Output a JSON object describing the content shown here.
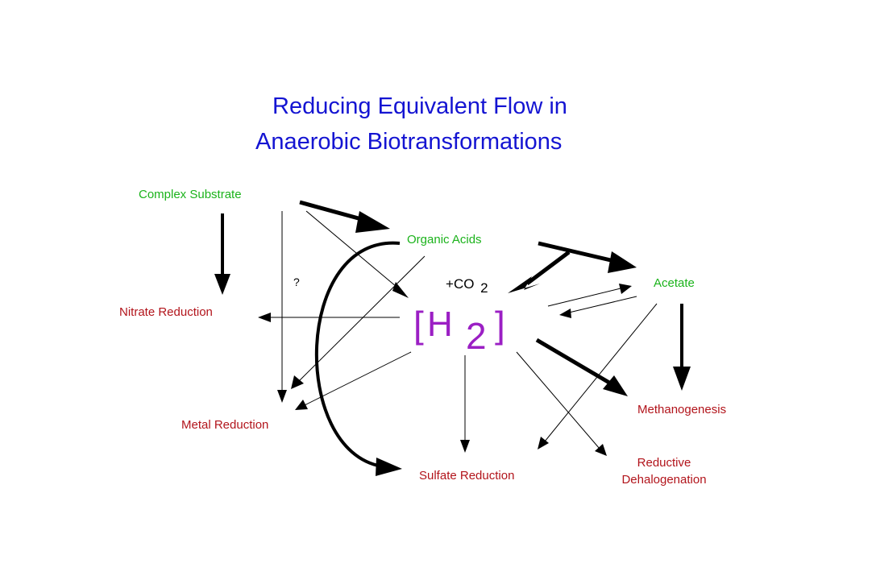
{
  "colors": {
    "title": "#1414d2",
    "substrate_label": "#1bb31b",
    "process_label": "#b2141b",
    "hydrogen": "#9b1fc4",
    "ink": "#000000"
  },
  "title": {
    "line1": "Reducing Equivalent Flow in",
    "line2": "Anaerobic Biotransformations"
  },
  "nodes": {
    "complex_substrate": "Complex Substrate",
    "organic_acids": "Organic Acids",
    "acetate": "Acetate",
    "nitrate_reduction": "Nitrate Reduction",
    "metal_reduction": "Metal Reduction",
    "sulfate_reduction": "Sulfate Reduction",
    "methanogenesis": "Methanogenesis",
    "reductive_line1": "Reductive",
    "reductive_line2": "Dehalogenation"
  },
  "hydrogen": {
    "bracket_open": "[",
    "symbol": "H",
    "subscript": "2",
    "bracket_close": "]"
  },
  "co2": {
    "plus": "+",
    "text": "CO",
    "subscript": "2"
  },
  "question_mark": "?"
}
